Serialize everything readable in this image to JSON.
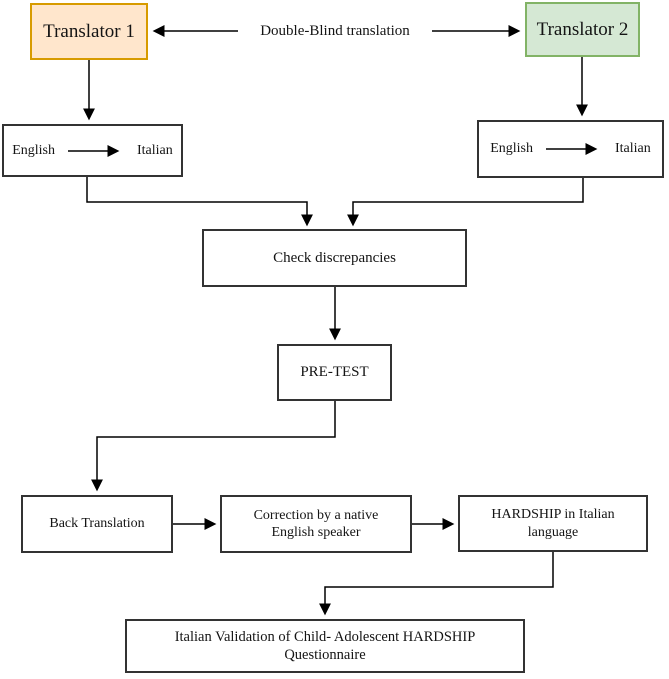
{
  "flowchart": {
    "connector_label": "Double-Blind translation",
    "translator1_label": "Translator 1",
    "translator2_label": "Translator 2",
    "english_left": {
      "source": "English",
      "target": "Italian"
    },
    "english_right": {
      "source": "English",
      "target": "Italian"
    },
    "check_label": "Check discrepancies",
    "pretest_label": "PRE-TEST",
    "back_label": "Back Translation",
    "correction_line1": "Correction by a native",
    "correction_line2": "English speaker",
    "hardship_label": "HARDSHIP in Italian language",
    "final_label": "Italian Validation of Child- Adolescent HARDSHIP Questionnaire",
    "colors": {
      "translator1_fill": "#ffe6cc",
      "translator1_border": "#d79b00",
      "translator2_fill": "#d5e8d4",
      "translator2_border": "#82b366",
      "box_border": "#333333",
      "line": "#000000",
      "background": "#ffffff"
    }
  }
}
